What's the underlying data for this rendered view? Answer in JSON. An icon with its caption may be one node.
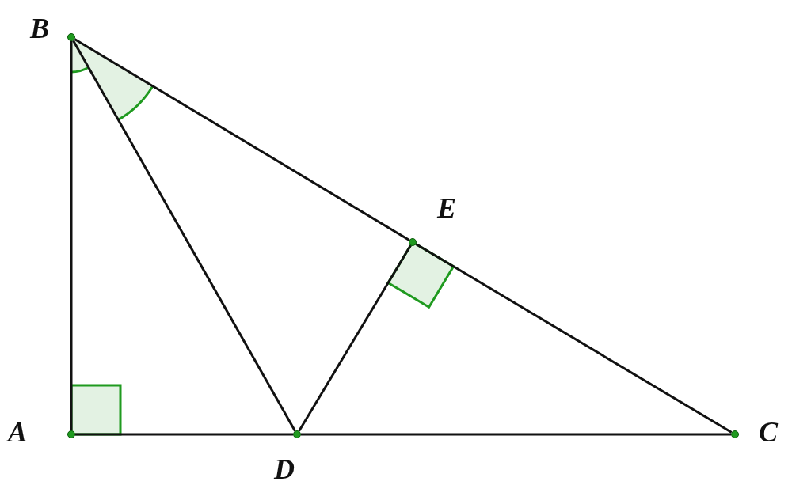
{
  "diagram": {
    "nodes": [
      {
        "text": [],
        "shape": "circle",
        "beside": [
          "B"
        ]
      },
      {
        "text": [],
        "shape": "circle",
        "beside": [
          "E"
        ]
      },
      {
        "text": [],
        "shape": "circle",
        "beside": [
          "A"
        ]
      },
      {
        "text": [],
        "shape": "circle",
        "beside": [
          "D"
        ]
      },
      {
        "text": [],
        "shape": "circle",
        "beside": [
          "C"
        ]
      }
    ],
    "edges": [
      {
        "from": 0,
        "to": 2,
        "arrow": "none"
      },
      {
        "from": 0,
        "to": 1,
        "arrow": "none"
      },
      {
        "from": 1,
        "to": 4,
        "arrow": "none"
      },
      {
        "from": 2,
        "to": 3,
        "arrow": "none"
      },
      {
        "from": 3,
        "to": 4,
        "arrow": "none"
      },
      {
        "from": 0,
        "to": 3,
        "arrow": "none"
      },
      {
        "from": 3,
        "to": 1,
        "arrow": "none"
      }
    ]
  }
}
